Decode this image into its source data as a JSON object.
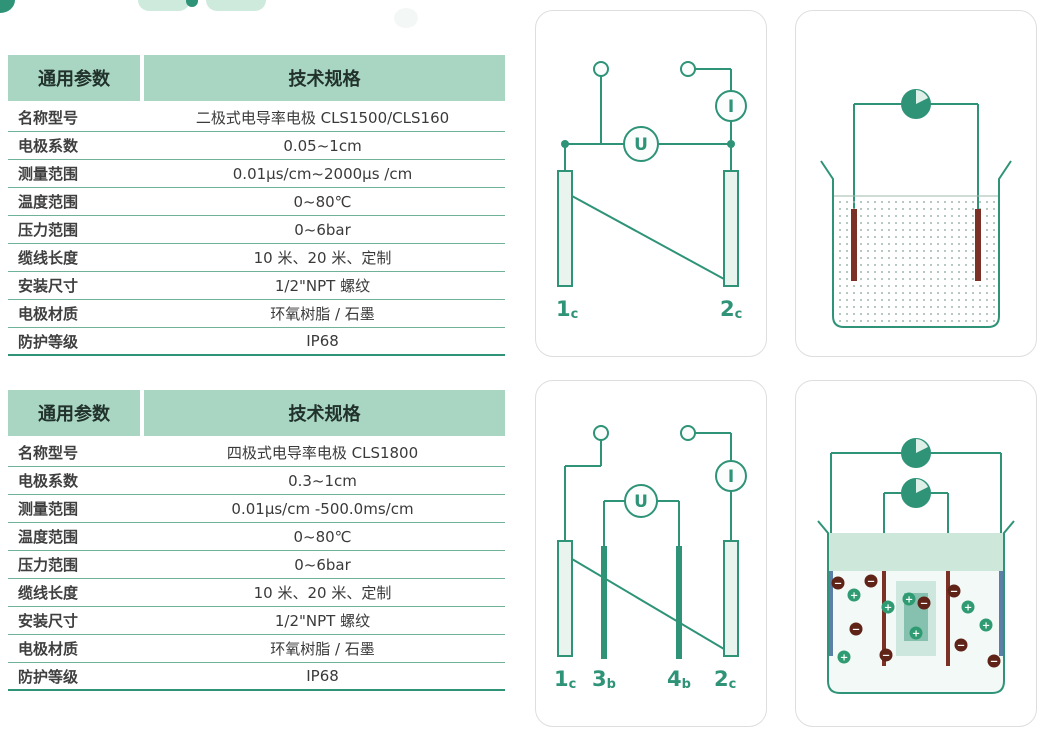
{
  "page": {
    "accent": "#2e9377",
    "header_bg": "#a9d6c3"
  },
  "tables": [
    {
      "header": {
        "param_col": "通用参数",
        "spec_col": "技术规格"
      },
      "rows": [
        {
          "label": "名称型号",
          "value": "二极式电导率电极 CLS1500/CLS160"
        },
        {
          "label": "电极系数",
          "value": "0.05~1cm"
        },
        {
          "label": "测量范围",
          "value": "0.01μs/cm~2000μs /cm"
        },
        {
          "label": "温度范围",
          "value": "0~80℃"
        },
        {
          "label": "压力范围",
          "value": "0~6bar"
        },
        {
          "label": "缆线长度",
          "value": "10 米、20 米、定制"
        },
        {
          "label": "安装尺寸",
          "value": "1/2\"NPT 螺纹"
        },
        {
          "label": "电极材质",
          "value": "环氧树脂 / 石墨"
        },
        {
          "label": "防护等级",
          "value": "IP68"
        }
      ]
    },
    {
      "header": {
        "param_col": "通用参数",
        "spec_col": "技术规格"
      },
      "rows": [
        {
          "label": "名称型号",
          "value": "四极式电导率电极 CLS1800"
        },
        {
          "label": "电极系数",
          "value": "0.3~1cm"
        },
        {
          "label": "测量范围",
          "value": "0.01μs/cm -500.0ms/cm"
        },
        {
          "label": "温度范围",
          "value": "0~80℃"
        },
        {
          "label": "压力范围",
          "value": "0~6bar"
        },
        {
          "label": "缆线长度",
          "value": "10 米、20 米、定制"
        },
        {
          "label": "安装尺寸",
          "value": "1/2\"NPT 螺纹"
        },
        {
          "label": "电极材质",
          "value": "环氧树脂 / 石墨"
        },
        {
          "label": "防护等级",
          "value": "IP68"
        }
      ]
    }
  ],
  "diagrams": {
    "two_pole_circuit": {
      "voltmeter": "U",
      "ammeter": "I",
      "electrode_1": {
        "num": "1",
        "sub": "c"
      },
      "electrode_2": {
        "num": "2",
        "sub": "c"
      }
    },
    "four_pole_circuit": {
      "voltmeter": "U",
      "ammeter": "I",
      "electrode_1": {
        "num": "1",
        "sub": "c"
      },
      "electrode_3": {
        "num": "3",
        "sub": "b"
      },
      "electrode_4": {
        "num": "4",
        "sub": "b"
      },
      "electrode_2": {
        "num": "2",
        "sub": "c"
      }
    },
    "four_pole_tank": {
      "plus": "+",
      "minus": "−"
    }
  }
}
